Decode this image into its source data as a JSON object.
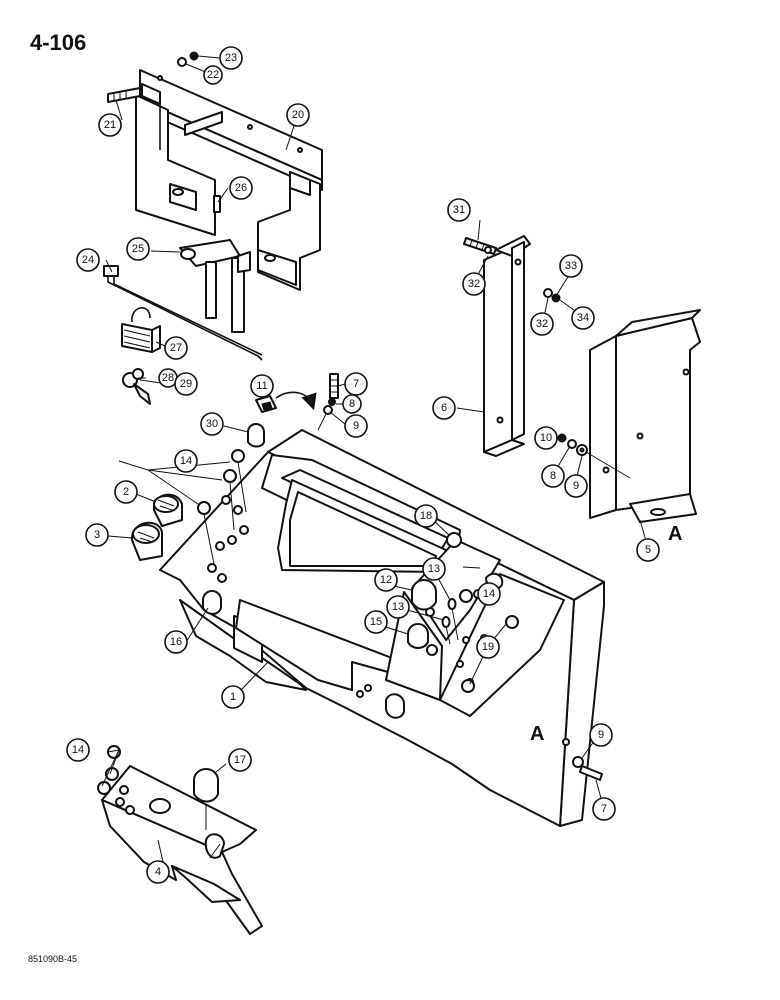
{
  "page_number": "4-106",
  "footer_code": "851090B-45",
  "reference_letter": "A",
  "callouts": [
    "1",
    "2",
    "3",
    "4",
    "5",
    "6",
    "7",
    "8",
    "9",
    "10",
    "11",
    "12",
    "13",
    "14",
    "15",
    "16",
    "17",
    "18",
    "19",
    "20",
    "21",
    "22",
    "23",
    "24",
    "25",
    "26",
    "27",
    "28",
    "29",
    "30",
    "31",
    "32",
    "33",
    "34"
  ]
}
